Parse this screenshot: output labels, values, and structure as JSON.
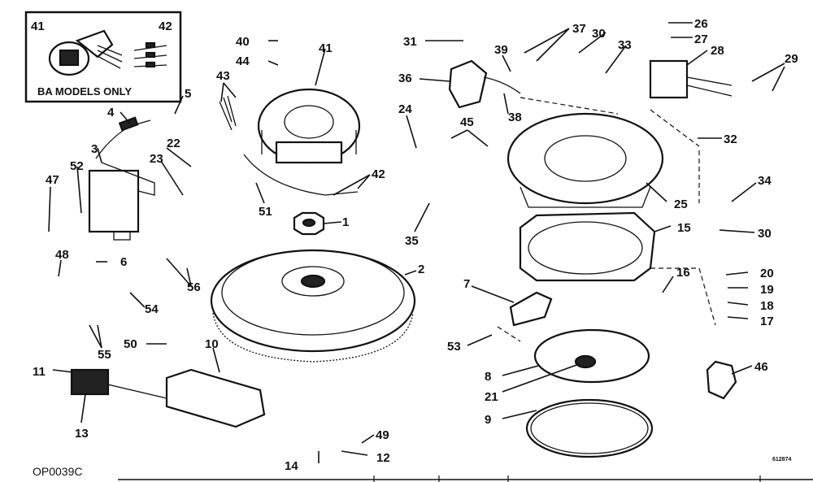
{
  "inset": {
    "title": "BA MODELS ONLY",
    "labels": [
      "41",
      "42"
    ]
  },
  "figure_code": "OP0039C",
  "serial_code": "612874",
  "callouts": [
    "1",
    "2",
    "3",
    "4",
    "5",
    "6",
    "7",
    "8",
    "9",
    "10",
    "11",
    "12",
    "13",
    "14",
    "15",
    "16",
    "17",
    "18",
    "19",
    "20",
    "21",
    "22",
    "23",
    "24",
    "25",
    "26",
    "27",
    "28",
    "29",
    "30",
    "30",
    "31",
    "32",
    "33",
    "34",
    "35",
    "36",
    "37",
    "38",
    "39",
    "40",
    "41",
    "42",
    "43",
    "44",
    "45",
    "46",
    "47",
    "48",
    "49",
    "50",
    "51",
    "52",
    "53",
    "54",
    "55",
    "56"
  ]
}
